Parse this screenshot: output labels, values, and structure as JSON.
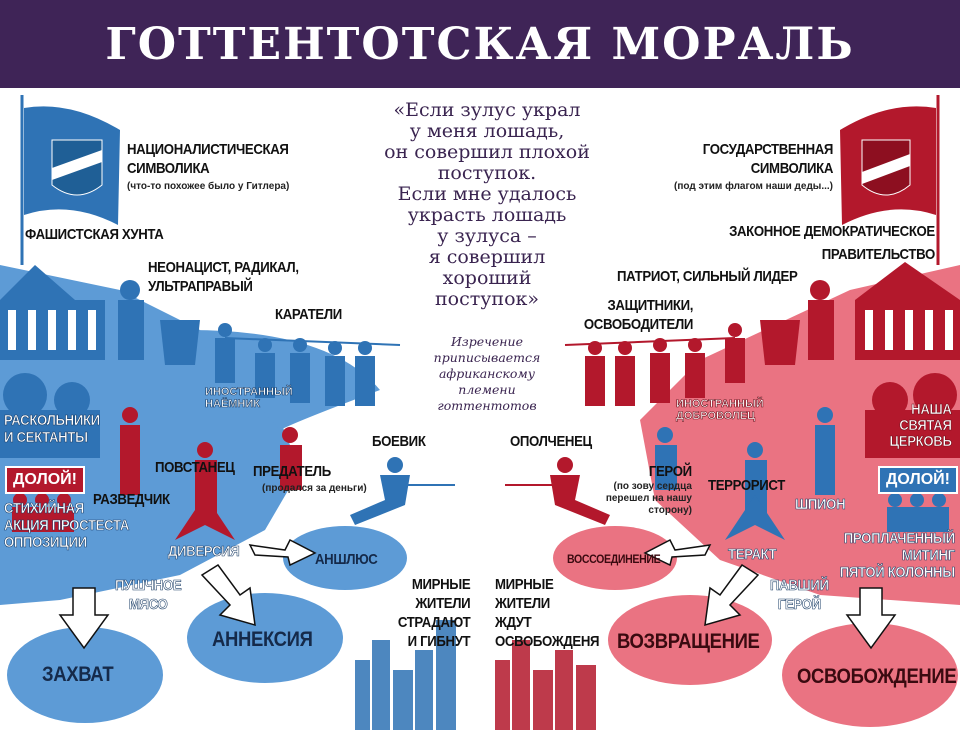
{
  "title": "ГОТТЕНТОТСКАЯ МОРАЛЬ",
  "colors": {
    "header": "#3f2457",
    "blue": "#2f73b5",
    "light_blue": "#5d9bd6",
    "red": "#b3182c",
    "pink": "#ea7382"
  },
  "quote": {
    "lines": [
      "«Если зулус украл",
      "у меня лошадь,",
      "он совершил плохой",
      "поступок.",
      "Если мне удалось",
      "украсть лошадь",
      "у зулуса –",
      "я совершил",
      "хороший",
      "поступок»"
    ],
    "attribution": [
      "Изречение",
      "приписывается",
      "африканскому",
      "племени",
      "готтентотов"
    ]
  },
  "left": {
    "symbol": {
      "line1": "НАЦИОНАЛИСТИЧЕСКАЯ",
      "line2": "СИМВОЛИКА",
      "note": "(что-то похожее было у Гитлера)"
    },
    "government": "ФАШИСТСКАЯ ХУНТА",
    "leader": {
      "line1": "НЕОНАЦИСТ, РАДИКАЛ,",
      "line2": "УЛЬТРАПРАВЫЙ"
    },
    "troops": "КАРАТЕЛИ",
    "foreigner": {
      "line1": "ИНОСТРАННЫЙ",
      "line2": "НАЁМНИК"
    },
    "church": {
      "line1": "РАСКОЛЬНИКИ",
      "line2": "И СЕКТАНТЫ"
    },
    "sign": "ДОЛОЙ!",
    "protest": {
      "line1": "СТИХИЙНАЯ",
      "line2": "АКЦИЯ ПРОСТЕСТА",
      "line3": "ОППОЗИЦИИ"
    },
    "spy": "РАЗВЕДЧИК",
    "rebel": "ПОВСТАНЕЦ",
    "traitor": {
      "line1": "ПРЕДАТЕЛЬ",
      "note": "(продался за деньги)"
    },
    "fighter": "БОЕВИК",
    "sabotage": "ДИВЕРСИЯ",
    "fallen": {
      "line1": "ПУШЧНОЕ",
      "line2": "МЯСО"
    },
    "civilians": [
      "МИРНЫЕ",
      "ЖИТЕЛИ",
      "СТРАДАЮТ",
      "И ГИБНУТ"
    ],
    "outcomes": {
      "capture": "ЗАХВАТ",
      "annexation": "АННЕКСИЯ",
      "anschluss": "АНШЛЮС"
    }
  },
  "right": {
    "symbol": {
      "line1": "ГОСУДАРСТВЕННАЯ",
      "line2": "СИМВОЛИКА",
      "note": "(под этим флагом наши деды...)"
    },
    "government": {
      "line1": "ЗАКОННОЕ ДЕМОКРАТИЧЕСКОЕ",
      "line2": "ПРАВИТЕЛЬСТВО"
    },
    "leader": "ПАТРИОТ, СИЛЬНЫЙ ЛИДЕР",
    "troops": {
      "line1": "ЗАЩИТНИКИ,",
      "line2": "ОСВОБОДИТЕЛИ"
    },
    "foreigner": {
      "line1": "ИНОСТРАННЫЙ",
      "line2": "ДОБРОВОЛЕЦ"
    },
    "church": {
      "line1": "НАША",
      "line2": "СВЯТАЯ",
      "line3": "ЦЕРКОВЬ"
    },
    "sign": "ДОЛОЙ!",
    "protest": {
      "line1": "ПРОПЛАЧЕННЫЙ",
      "line2": "МИТИНГ",
      "line3": "ПЯТОЙ КОЛОННЫ"
    },
    "spy": "ШПИОН",
    "rebel": "ТЕРРОРИСТ",
    "traitor": {
      "line1": "ГЕРОЙ",
      "note1": "(по зову сердца",
      "note2": "перешел на нашу",
      "note3": "сторону)"
    },
    "fighter": "ОПОЛЧЕНЕЦ",
    "sabotage": "ТЕРАКТ",
    "fallen": {
      "line1": "ПАВШИЙ",
      "line2": "ГЕРОЙ"
    },
    "civilians": [
      "МИРНЫЕ",
      "ЖИТЕЛИ",
      "ЖДУТ",
      "ОСВОБОЖДЕНЯ"
    ],
    "outcomes": {
      "reunification": "ВОССОЕДИНЕНИЕ",
      "return": "ВОЗВРАЩЕНИЕ",
      "liberation": "ОСВОБОЖДЕНИЕ"
    }
  }
}
